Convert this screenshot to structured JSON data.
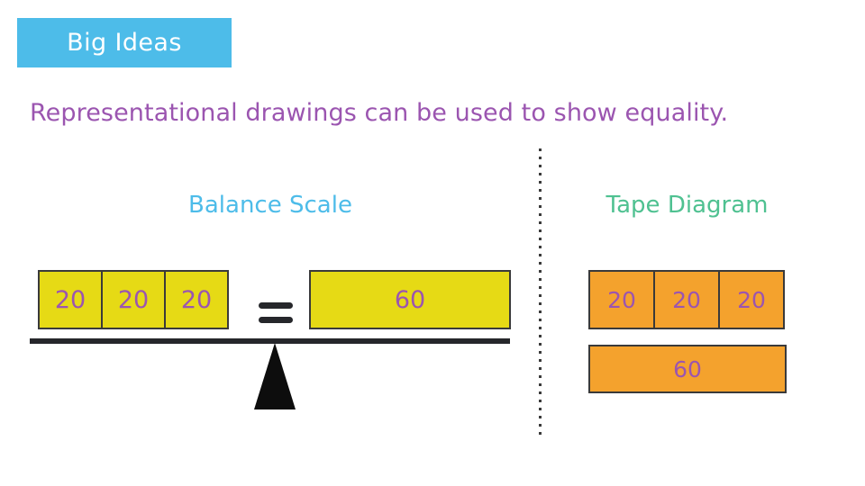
{
  "slide": {
    "banner": {
      "label": "Big Ideas",
      "background_color": "#4DBCE9",
      "text_color": "#FFFFFF"
    },
    "subtitle": {
      "text": "Representational drawings can be used to show equality.",
      "color": "#9B55B0"
    },
    "divider": {
      "style": "dotted-vertical",
      "color": "#3A3A3A"
    },
    "sections": [
      {
        "id": "balance-scale",
        "heading": "Balance Scale",
        "heading_color": "#4DBCE9",
        "block_fill": "#E6DA15",
        "block_border": "#3A3A3A",
        "number_color": "#9B55B0",
        "left_pan": {
          "blocks": [
            "20",
            "20",
            "20"
          ]
        },
        "operator": "=",
        "right_pan": {
          "blocks": [
            "60"
          ]
        },
        "beam_color": "#26272B",
        "fulcrum_color": "#0D0D0D"
      },
      {
        "id": "tape-diagram",
        "heading": "Tape Diagram",
        "heading_color": "#4FC191",
        "block_fill": "#F4A22D",
        "block_border": "#3A3A3A",
        "number_color": "#9B55B0",
        "top_row": {
          "blocks": [
            "20",
            "20",
            "20"
          ]
        },
        "bottom_row": {
          "blocks": [
            "60"
          ]
        }
      }
    ]
  }
}
